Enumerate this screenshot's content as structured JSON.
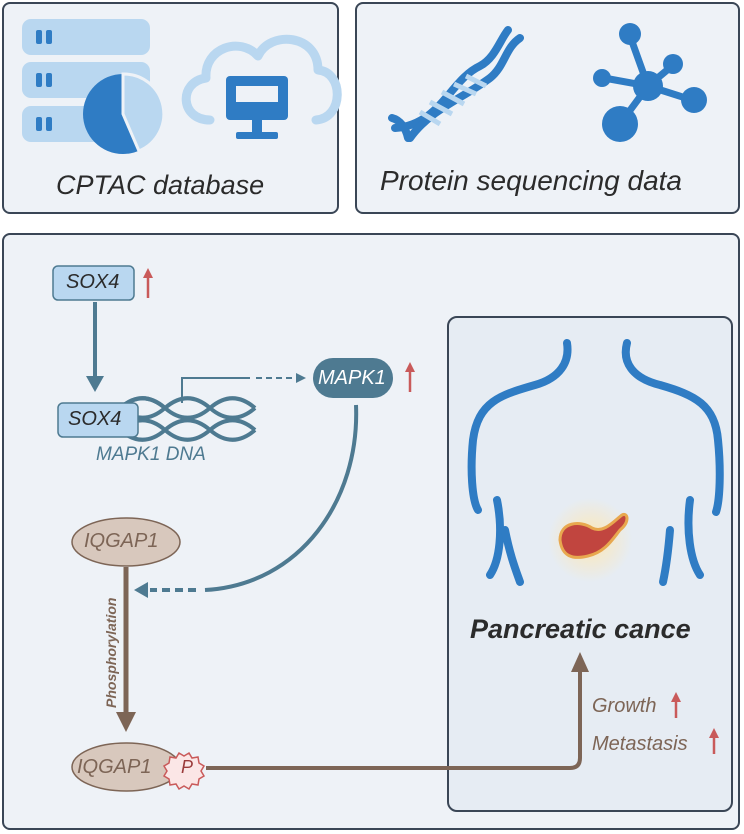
{
  "top_panels": {
    "cptac_label": "CPTAC database",
    "protein_label": "Protein sequencing data"
  },
  "pathway": {
    "sox4_top": "SOX4",
    "sox4_bound": "SOX4",
    "dna_label": "MAPK1 DNA",
    "mapk1": "MAPK1",
    "iqgap1": "IQGAP1",
    "iqgap1_p": "IQGAP1",
    "p_badge": "P",
    "phosphorylation": "Phosphorylation"
  },
  "outcome": {
    "disease": "Pancreatic cance",
    "growth": "Growth",
    "metastasis": "Metastasis"
  },
  "icons": [
    "server-icon",
    "pie-chart-icon",
    "cloud-monitor-icon",
    "dna-helix-icon",
    "molecule-network-icon",
    "human-torso-icon",
    "pancreas-icon",
    "up-arrow-icon"
  ],
  "colors": {
    "blue_icon": "#2f7cc4",
    "light_blue": "#b9d7f0",
    "pathway_teal": "#4e7a91",
    "brown": "#7d6556",
    "up_arrow_red": "#c95a5a",
    "panel_bg": "#eef2f7"
  }
}
